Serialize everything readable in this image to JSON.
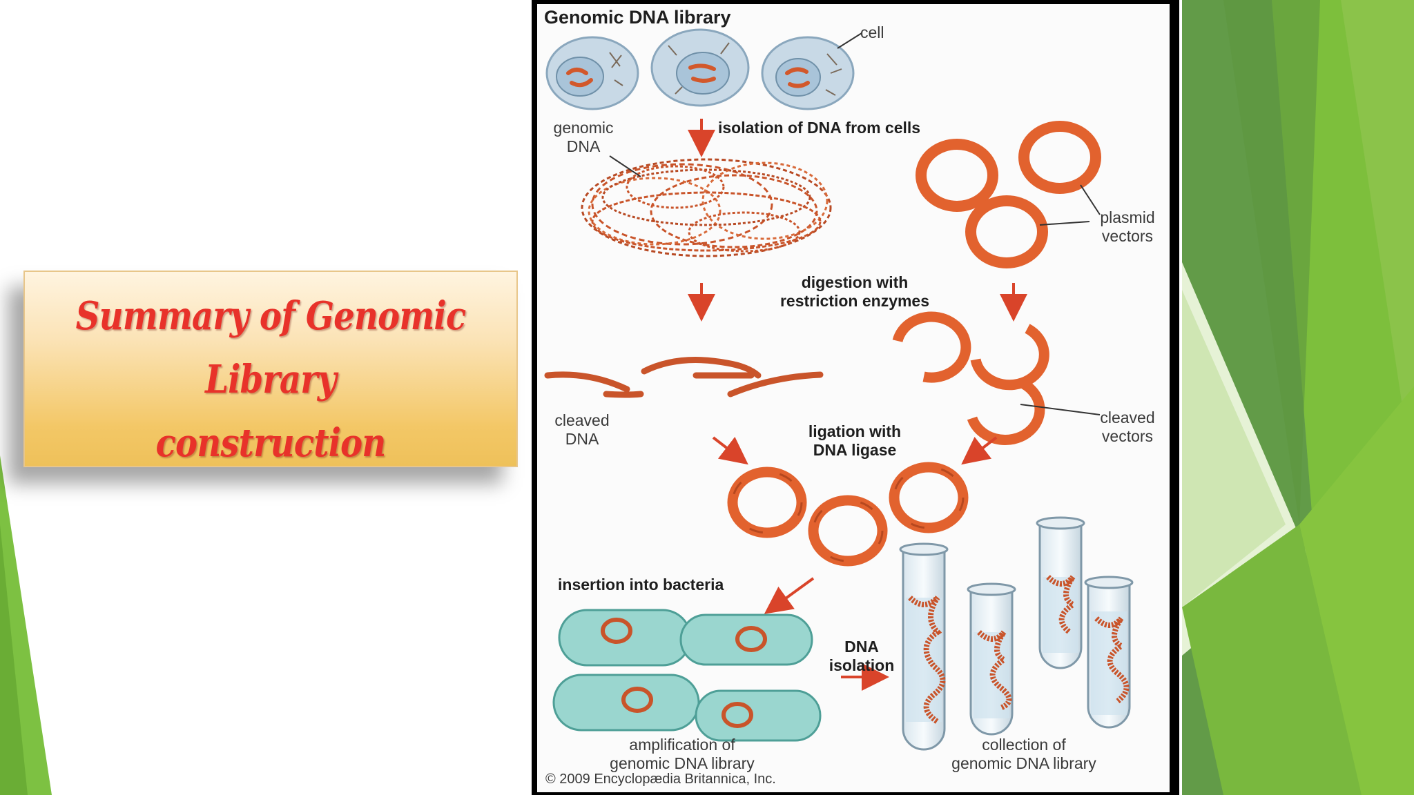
{
  "slide": {
    "title_line1": "Summary of Genomic Library",
    "title_line2": "construction"
  },
  "figure": {
    "heading": "Genomic DNA library",
    "labels": {
      "cell": "cell",
      "genomic_dna_1": "genomic",
      "genomic_dna_2": "DNA",
      "isolation_step": "isolation of DNA from cells",
      "plasmid_1": "plasmid",
      "plasmid_2": "vectors",
      "digestion_1": "digestion with",
      "digestion_2": "restriction enzymes",
      "cleaved_dna_1": "cleaved",
      "cleaved_dna_2": "DNA",
      "ligation_1": "ligation with",
      "ligation_2": "DNA ligase",
      "cleaved_vectors_1": "cleaved",
      "cleaved_vectors_2": "vectors",
      "insertion": "insertion into bacteria",
      "dna_isolation_1": "DNA",
      "dna_isolation_2": "isolation",
      "amplification_1": "amplification of",
      "amplification_2": "genomic DNA library",
      "collection_1": "collection of",
      "collection_2": "genomic DNA library",
      "copyright": "© 2009 Encyclopædia Britannica, Inc."
    }
  },
  "colors": {
    "dna_orange": "#e2622e",
    "arrow_red": "#d9442a",
    "bacteria_teal": "#8fd0c9",
    "cell_blue": "#b8cfe0",
    "green_accent": "#7cc03a",
    "title_red": "#e8322a"
  }
}
